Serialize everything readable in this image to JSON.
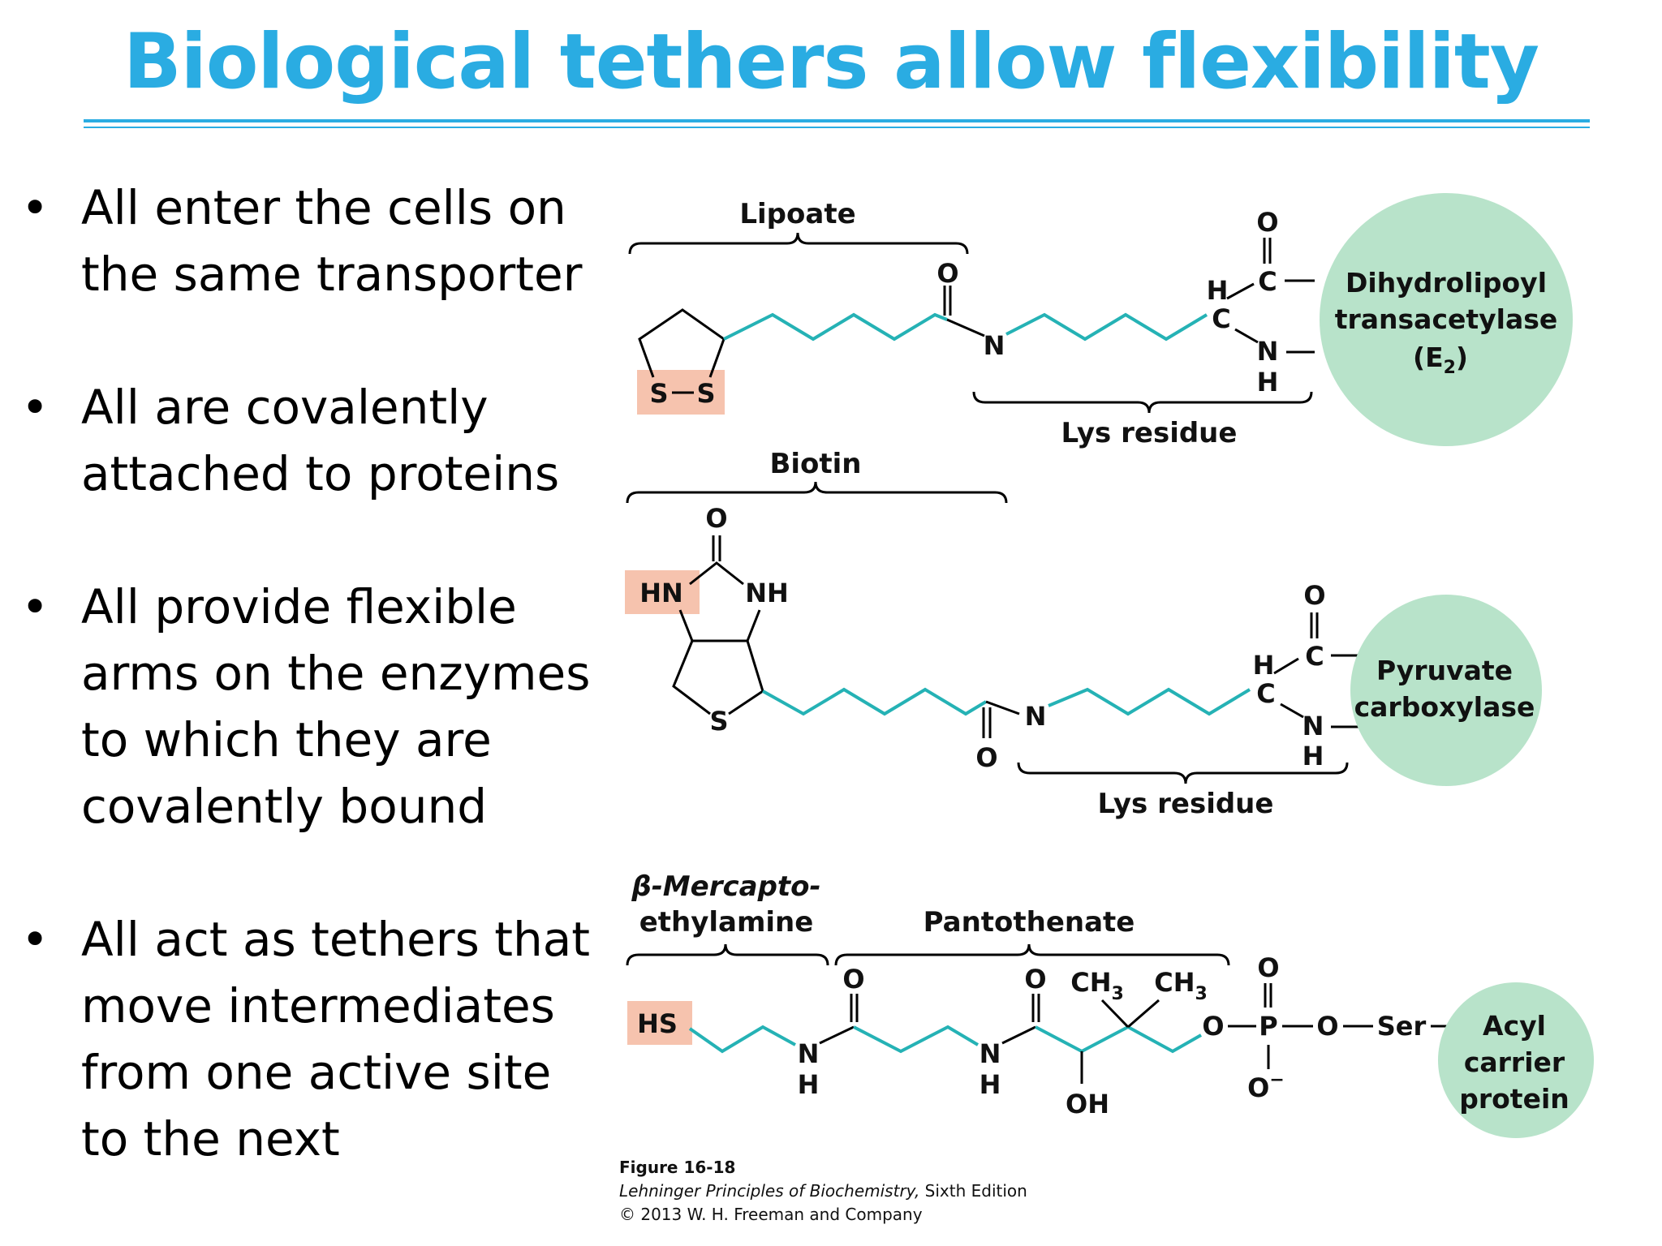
{
  "slide": {
    "title": "Biological tethers allow flexibility",
    "bullets": [
      "All enter the cells on the same transporter",
      "All are covalently attached to proteins",
      "All provide flexible arms on the enzymes to which they are covalently bound",
      "All act as tethers that move intermediates from one active site to the next"
    ],
    "bullet_symbol": "•"
  },
  "figure": {
    "lipoate": {
      "group_label": "Lipoate",
      "lys_label": "Lys residue",
      "enzyme": [
        "Dihydrolipoyl",
        "transacetylase",
        "(E",
        "2",
        ")"
      ],
      "atoms": {
        "s1": "S",
        "s2": "S",
        "o_amide": "O",
        "n_amide": "N",
        "h_ca": "H",
        "c_ca": "C",
        "c_co": "C",
        "o_co": "O",
        "n_pep": "N",
        "h_pep": "H"
      }
    },
    "biotin": {
      "group_label": "Biotin",
      "lys_label": "Lys residue",
      "enzyme": [
        "Pyruvate",
        "carboxylase"
      ],
      "atoms": {
        "o_urea": "O",
        "hn": "HN",
        "nh": "NH",
        "s": "S",
        "o_amide": "O",
        "n_amide": "N",
        "h_ca": "H",
        "c_ca": "C",
        "c_co": "C",
        "o_co": "O",
        "n_pep": "N",
        "h_pep": "H"
      }
    },
    "pantetheine": {
      "group_label_1a": "β-Mercapto-",
      "group_label_1b": "ethylamine",
      "group_label_2": "Pantothenate",
      "enzyme": [
        "Acyl",
        "carrier",
        "protein"
      ],
      "atoms": {
        "hs": "HS",
        "n1": "N",
        "h1": "H",
        "o1": "O",
        "n2": "N",
        "h2": "H",
        "o2": "O",
        "oh": "OH",
        "ch3a": "CH",
        "ch3b": "CH",
        "sub3": "3",
        "o_ester": "O",
        "p": "P",
        "o_top": "O",
        "o_bot": "O",
        "minus": "−",
        "o_ser": "O",
        "ser": "Ser"
      }
    },
    "caption": {
      "figure": "Figure 16-18",
      "book_italic": "Lehninger Principles of Biochemistry,",
      "book_edition": " Sixth Edition",
      "copyright": "© 2013 W. H. Freeman and Company"
    },
    "colors": {
      "tether": "#25b2b5",
      "enzyme_circle": "#b8e3ca",
      "highlight": "#f6c3ae",
      "title": "#2aace2"
    }
  }
}
